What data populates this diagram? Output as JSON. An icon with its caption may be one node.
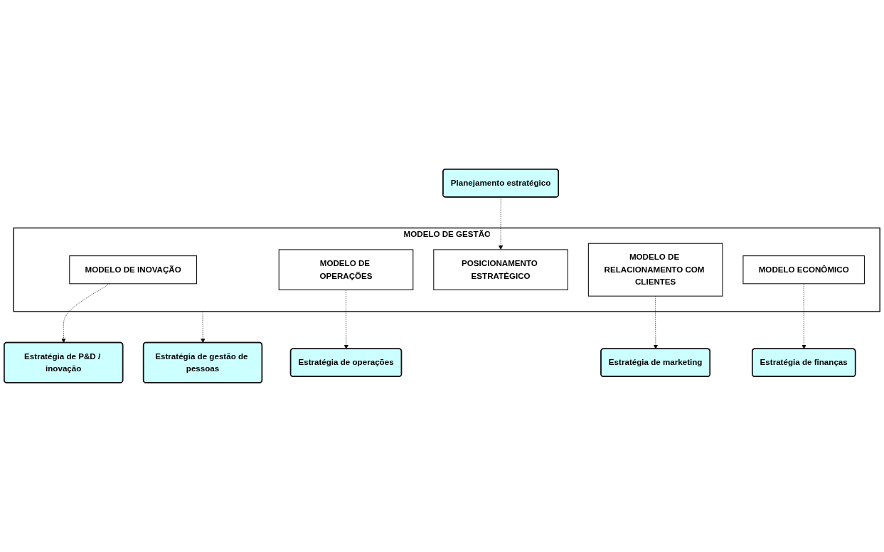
{
  "diagram": {
    "nodes": [
      {
        "text": [
          "Planejamento estratégico"
        ]
      },
      {
        "text": [
          "MODELO DE GESTÃO"
        ]
      },
      {
        "text": [
          "MODELO DE INOVAÇÃO"
        ],
        "in": 1
      },
      {
        "text": [
          "MODELO DE OPERAÇÕES"
        ],
        "in": 1
      },
      {
        "text": [
          "POSICIONAMENTO ESTRATÉGICO"
        ],
        "in": 1
      },
      {
        "text": [
          "MODELO DE RELACIONAMENTO COM CLIENTES"
        ],
        "in": 1
      },
      {
        "text": [
          "MODELO ECONÔMICO"
        ],
        "in": 1
      },
      {
        "text": [
          "Estratégia de P&D / inovação"
        ]
      },
      {
        "text": [
          "Estratégia de operações"
        ]
      },
      {
        "text": [
          "Estratégia de finanças"
        ]
      },
      {
        "text": [
          "Estratégia de marketing"
        ]
      },
      {
        "text": [
          "Estratégia de gestão de pessoas"
        ]
      }
    ],
    "edges": [
      {
        "from": 0,
        "to": 4,
        "arrow": "to",
        "style": "dashed"
      },
      {
        "from": 2,
        "to": 7,
        "arrow": "to",
        "style": "dashed"
      },
      {
        "from": 3,
        "to": 8,
        "arrow": "to",
        "style": "dashed"
      },
      {
        "from": 6,
        "to": 9,
        "arrow": "to",
        "style": "dashed"
      },
      {
        "from": 5,
        "to": 10,
        "arrow": "to",
        "style": "dashed"
      },
      {
        "from": 1,
        "to": 11,
        "arrow": "to",
        "style": "dashed"
      }
    ]
  }
}
